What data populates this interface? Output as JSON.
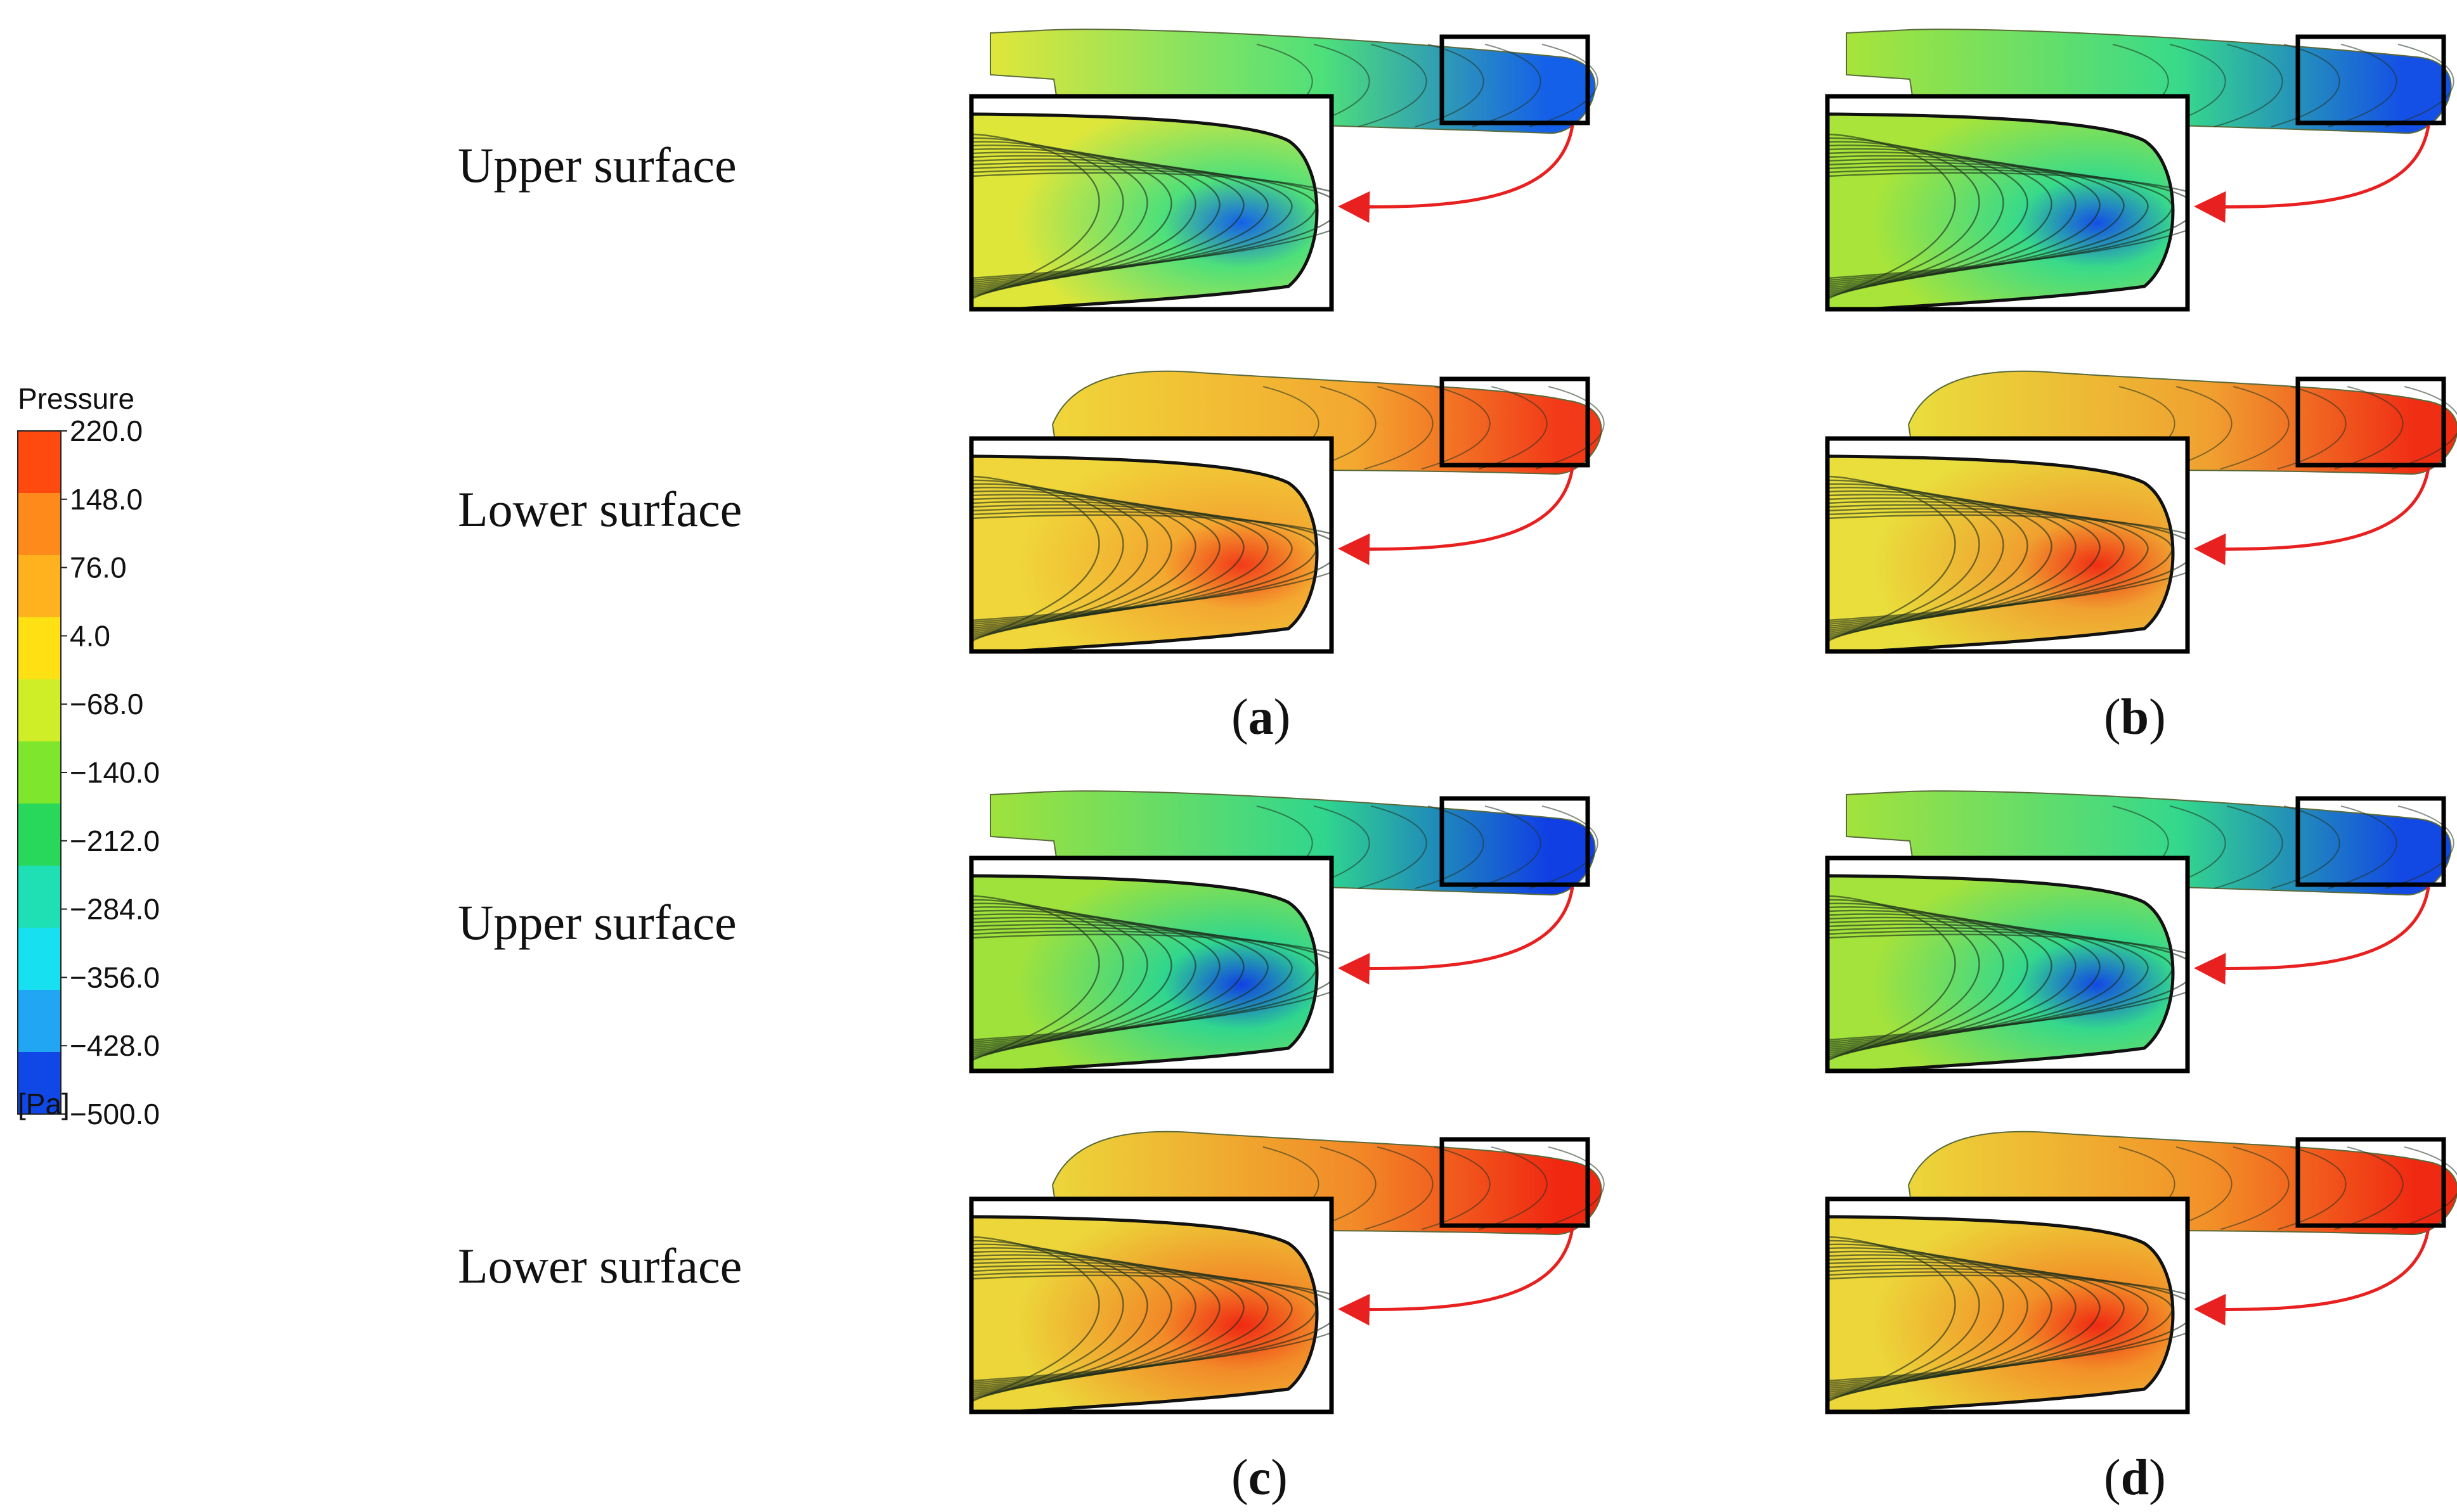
{
  "legend": {
    "title": "Pressure",
    "unit": "[Pa]",
    "ticks": [
      "220.0",
      "148.0",
      "76.0",
      "4.0",
      "−68.0",
      "−140.0",
      "−212.0",
      "−284.0",
      "−356.0",
      "−428.0",
      "−500.0"
    ],
    "colors": [
      "#ff4a0f",
      "#ff8a1c",
      "#ffb21e",
      "#ffe012",
      "#d0ee28",
      "#7fe62e",
      "#28d85a",
      "#1ee0b4",
      "#17e0f0",
      "#20a6f2",
      "#1048e8"
    ]
  },
  "row_labels": {
    "upper": "Upper surface",
    "lower": "Lower surface"
  },
  "captions": {
    "a": "a",
    "b": "b",
    "c": "c",
    "d": "d",
    "open": "(",
    "close": ")"
  },
  "arrow_color": "#e82020",
  "panels": [
    {
      "id": "a",
      "upper_base": "#dfe63a",
      "upper_mid": "#4ee07a",
      "upper_tip": "#1560e8",
      "lower_base": "#f0d63a",
      "lower_mid": "#f3a830",
      "lower_tip": "#f23a18"
    },
    {
      "id": "b",
      "upper_base": "#a8e43a",
      "upper_mid": "#38da8a",
      "upper_tip": "#1450e6",
      "lower_base": "#e9de3c",
      "lower_mid": "#f0a030",
      "lower_tip": "#f02e14"
    },
    {
      "id": "c",
      "upper_base": "#a0e23c",
      "upper_mid": "#30d68e",
      "upper_tip": "#1040e4",
      "lower_base": "#ecd63a",
      "lower_mid": "#f28a28",
      "lower_tip": "#f02812"
    },
    {
      "id": "d",
      "upper_base": "#a4e23c",
      "upper_mid": "#34d88c",
      "upper_tip": "#1248e4",
      "lower_base": "#ecd63a",
      "lower_mid": "#f29028",
      "lower_tip": "#f02a12"
    }
  ]
}
